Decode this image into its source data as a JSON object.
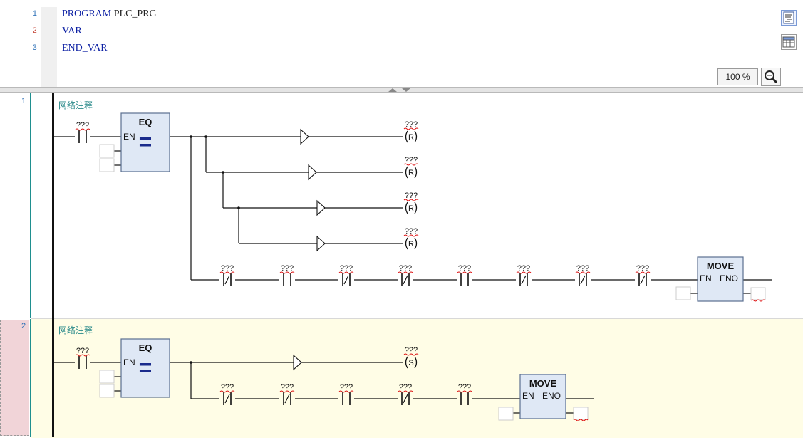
{
  "declaration": {
    "lines": [
      {
        "num": "1",
        "keyword": "PROGRAM",
        "name": "PLC_PRG"
      },
      {
        "num": "2",
        "keyword": "VAR",
        "name": ""
      },
      {
        "num": "3",
        "keyword": "END_VAR",
        "name": ""
      }
    ],
    "zoom": "100 %"
  },
  "icons": {
    "text_view": "text-view-icon",
    "table_view": "table-view-icon",
    "zoom": "magnifier-zoom-icon"
  },
  "networks": [
    {
      "number": "1",
      "comment": "网络注释",
      "placeholder": "???",
      "eq_block": {
        "title": "EQ",
        "en": "EN",
        "symbol": "="
      },
      "coils": [
        "R",
        "R",
        "R",
        "R"
      ],
      "contacts": [
        "NC",
        "NO",
        "NC",
        "NC",
        "NO",
        "NC",
        "NC",
        "NC"
      ],
      "move_block": {
        "title": "MOVE",
        "en": "EN",
        "eno": "ENO"
      }
    },
    {
      "number": "2",
      "comment": "网络注释",
      "placeholder": "???",
      "eq_block": {
        "title": "EQ",
        "en": "EN",
        "symbol": "="
      },
      "coils": [
        "S"
      ],
      "contacts": [
        "NC",
        "NC",
        "NO",
        "NC",
        "NO"
      ],
      "move_block": {
        "title": "MOVE",
        "en": "EN",
        "eno": "ENO"
      }
    }
  ],
  "colors": {
    "rail_green": "#1f8f8f",
    "block_fill": "#dfe8f5",
    "block_border": "#5a6f90",
    "keyword": "#0b1fa3",
    "net2_background": "#fffde6"
  }
}
